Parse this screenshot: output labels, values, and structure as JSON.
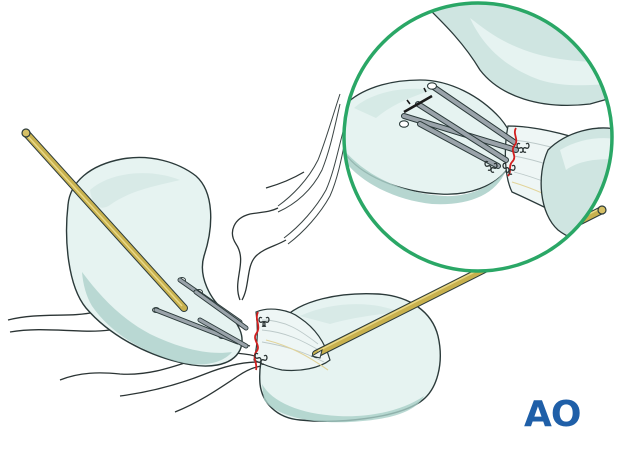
{
  "brand": {
    "logo_text": "AO",
    "logo_color": "#1f5fa8"
  },
  "colors": {
    "bone_light": "#e6f3f1",
    "bone_mid": "#cfe5e1",
    "bone_dark": "#a9cfc8",
    "outline": "#2b3a3a",
    "kwire": "#c8b14e",
    "kwire_dark": "#8a7628",
    "inset_ring": "#2aa766",
    "suture_red": "#d21f1f",
    "metal": "#9aa3aa"
  },
  "icons": [
    "magnified-inset",
    "k-wire",
    "suture-anchor",
    "ao-logo"
  ]
}
